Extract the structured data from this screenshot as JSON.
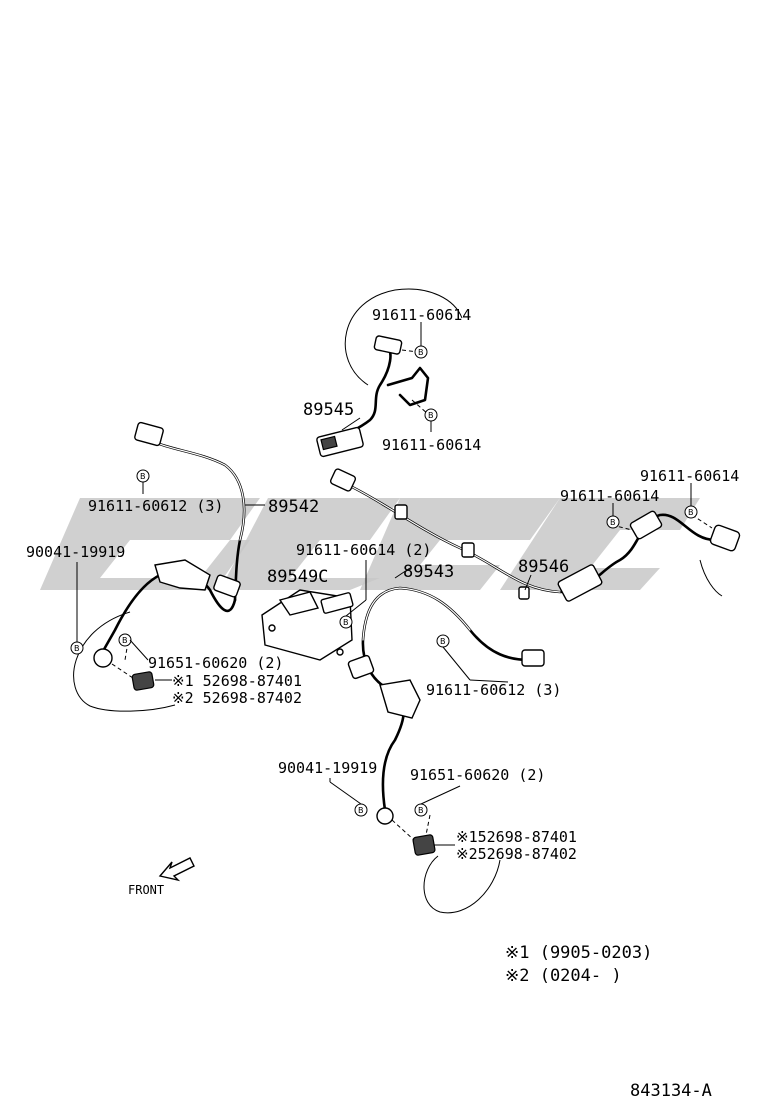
{
  "labels": {
    "l_91611_60614_top": "91611-60614",
    "l_89545": "89545",
    "l_91611_60614_mid": "91611-60614",
    "l_91611_60614_right1": "91611-60614",
    "l_91611_60614_right2": "91611-60614",
    "l_91611_60612_left": "91611-60612 (3)",
    "l_89542": "89542",
    "l_90041_19919_left": "90041-19919",
    "l_91611_60614_2": "91611-60614 (2)",
    "l_89549C": "89549C",
    "l_89543": "89543",
    "l_89546": "89546",
    "l_91651_60620_left": "91651-60620 (2)",
    "l_52698_87401_left": "※1  52698-87401",
    "l_52698_87402_left": "※2  52698-87402",
    "l_91611_60612_right": "91611-60612 (3)",
    "l_90041_19919_low": "90041-19919",
    "l_91651_60620_low": "91651-60620 (2)",
    "l_52698_87401_low": "※152698-87401",
    "l_52698_87402_low": "※252698-87402",
    "l_front": "FRONT"
  },
  "legend": {
    "note1": "※1  (9905-0203)",
    "note2": "※2  (0204-       )"
  },
  "bolt_letter": "B",
  "diagram_code": "843134-A"
}
